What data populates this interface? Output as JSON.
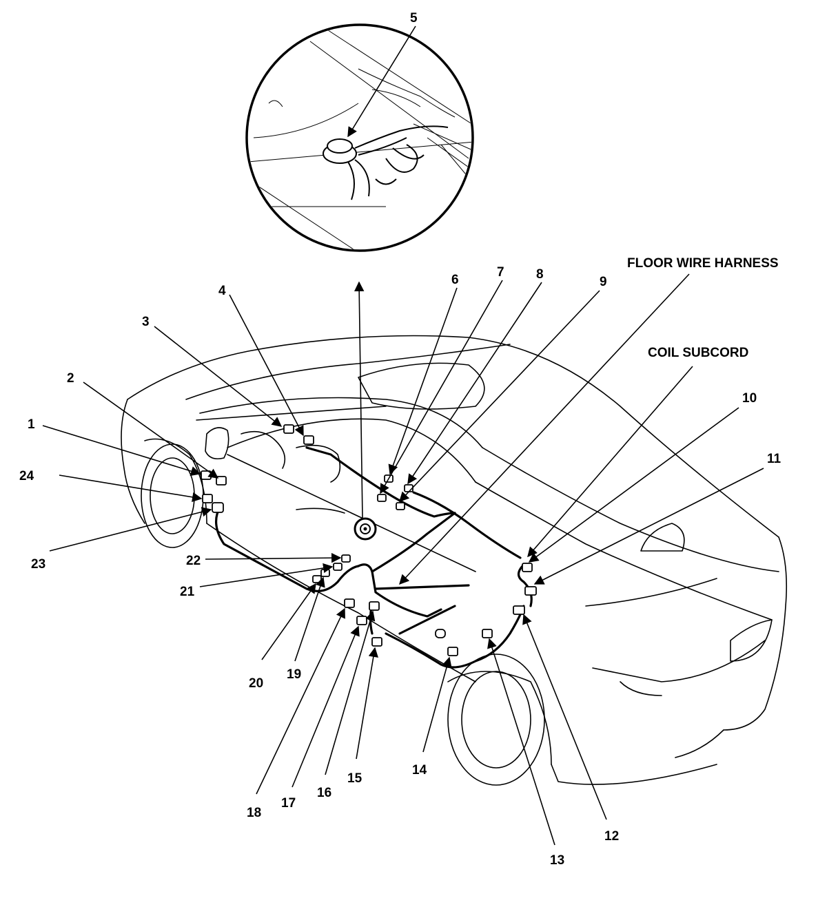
{
  "callouts": {
    "c1": "1",
    "c2": "2",
    "c3": "3",
    "c4": "4",
    "c5": "5",
    "c6": "6",
    "c7": "7",
    "c8": "8",
    "c9": "9",
    "c10": "10",
    "c11": "11",
    "c12": "12",
    "c13": "13",
    "c14": "14",
    "c15": "15",
    "c16": "16",
    "c17": "17",
    "c18": "18",
    "c19": "19",
    "c20": "20",
    "c21": "21",
    "c22": "22",
    "c23": "23",
    "c24": "24"
  },
  "labels": {
    "floor_wire_harness": "FLOOR WIRE HARNESS",
    "coil_subcord": "COIL SUBCORD"
  }
}
